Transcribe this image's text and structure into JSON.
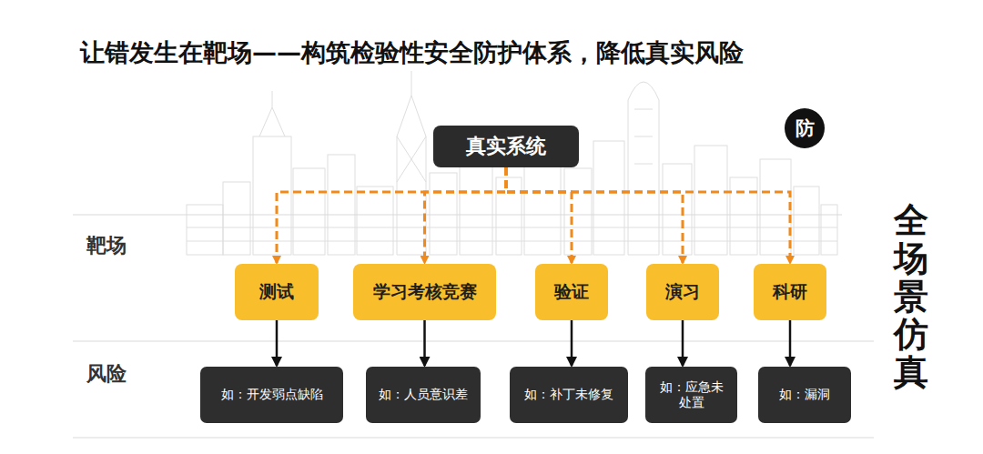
{
  "diagram": {
    "title": "让错发生在靶场——构筑检验性安全防护体系，降低真实风险",
    "nodes": [
      {
        "text": [
          "真实系统"
        ]
      },
      {
        "text": [
          "防"
        ]
      },
      {
        "text": [
          "测试"
        ]
      },
      {
        "text": [
          "学习考核竞赛"
        ]
      },
      {
        "text": [
          "验证"
        ]
      },
      {
        "text": [
          "演习"
        ]
      },
      {
        "text": [
          "科研"
        ]
      },
      {
        "text": [
          "如：开发弱点缺陷"
        ]
      },
      {
        "text": [
          "如：人员意识差"
        ]
      },
      {
        "text": [
          "如：补丁未修复"
        ]
      },
      {
        "text": [
          "如：应急未处置"
        ]
      },
      {
        "text": [
          "如：漏洞"
        ]
      }
    ],
    "edges": [
      {
        "from": 0,
        "to": 2,
        "arrow": "to"
      },
      {
        "from": 0,
        "to": 3,
        "arrow": "to"
      },
      {
        "from": 0,
        "to": 4,
        "arrow": "to"
      },
      {
        "from": 0,
        "to": 5,
        "arrow": "to"
      },
      {
        "from": 0,
        "to": 6,
        "arrow": "to"
      },
      {
        "from": 2,
        "to": 7,
        "arrow": "to"
      },
      {
        "from": 3,
        "to": 8,
        "arrow": "to"
      },
      {
        "from": 4,
        "to": 9,
        "arrow": "to"
      },
      {
        "from": 5,
        "to": 10,
        "arrow": "to"
      },
      {
        "from": 6,
        "to": 11,
        "arrow": "to"
      }
    ],
    "labels": [
      "靶场",
      "风险",
      "全场景仿真"
    ]
  }
}
